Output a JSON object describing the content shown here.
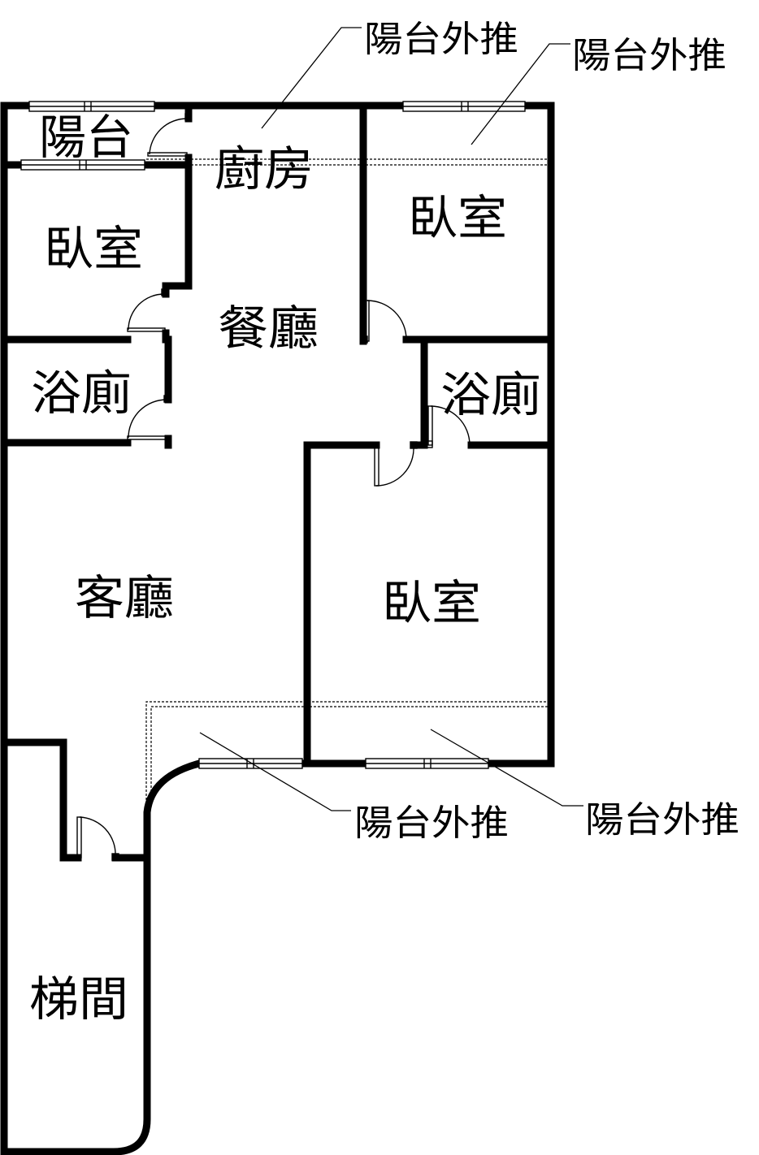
{
  "rooms": {
    "balcony": "陽台",
    "kitchen": "廚房",
    "bedroom_nw": "臥室",
    "dining": "餐廳",
    "bath_w": "浴廁",
    "bedroom_ne": "臥室",
    "bath_e": "浴廁",
    "living": "客廳",
    "bedroom_se": "臥室",
    "stairwell": "梯間"
  },
  "notes": {
    "push_out_1": "陽台外推",
    "push_out_2": "陽台外推",
    "push_out_3": "陽台外推",
    "push_out_4": "陽台外推"
  }
}
